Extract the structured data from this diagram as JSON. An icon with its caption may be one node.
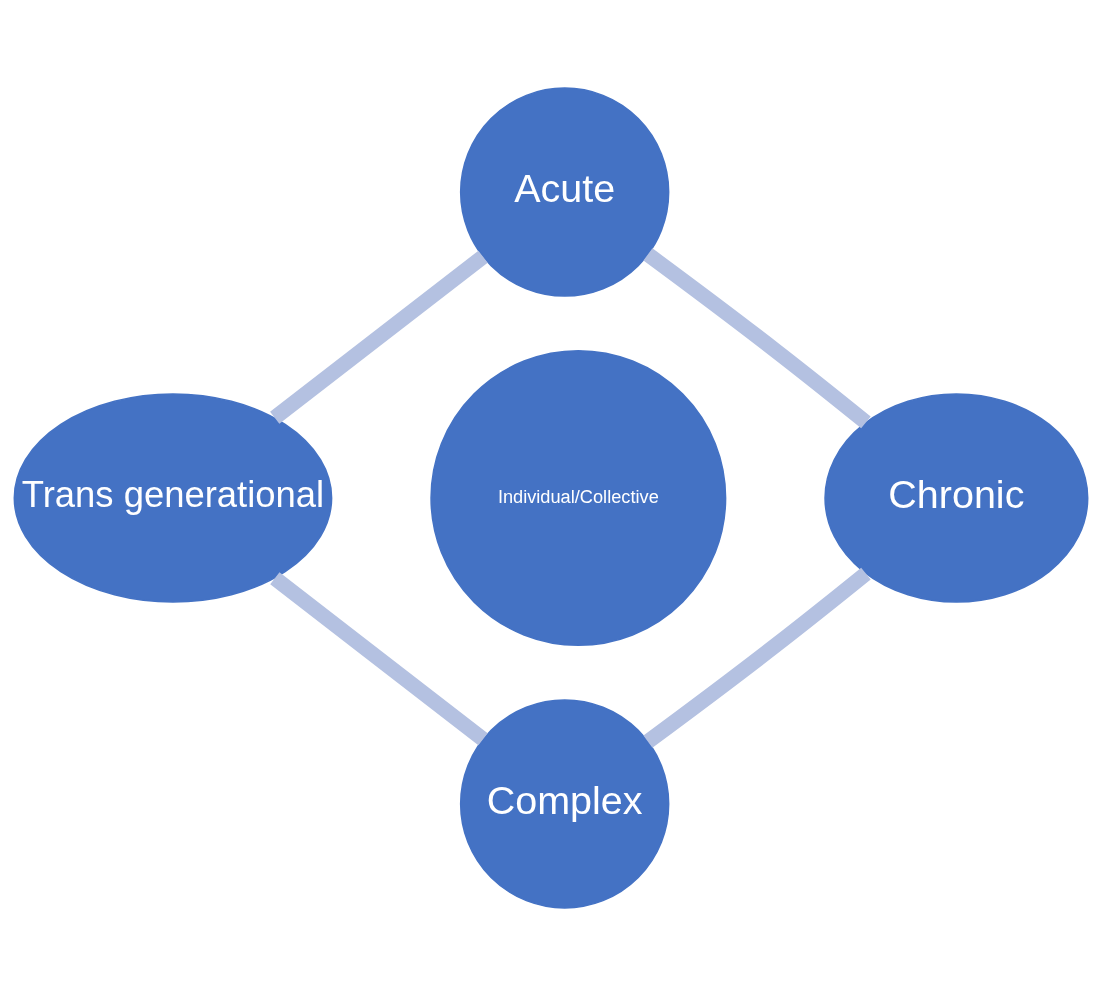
{
  "diagram": {
    "nodes": [
      {
        "text": [
          "Acute"
        ]
      },
      {
        "text": [
          "Chronic"
        ]
      },
      {
        "text": [
          "Complex"
        ]
      },
      {
        "text": [
          "Trans generational"
        ]
      },
      {
        "text": [
          "Individual/Collective"
        ]
      }
    ],
    "edges": [
      {
        "from": 0,
        "to": 1,
        "arrow": "none"
      },
      {
        "from": 1,
        "to": 2,
        "arrow": "none"
      },
      {
        "from": 3,
        "to": 2,
        "arrow": "none"
      },
      {
        "from": 0,
        "to": 3,
        "arrow": "none"
      }
    ]
  }
}
